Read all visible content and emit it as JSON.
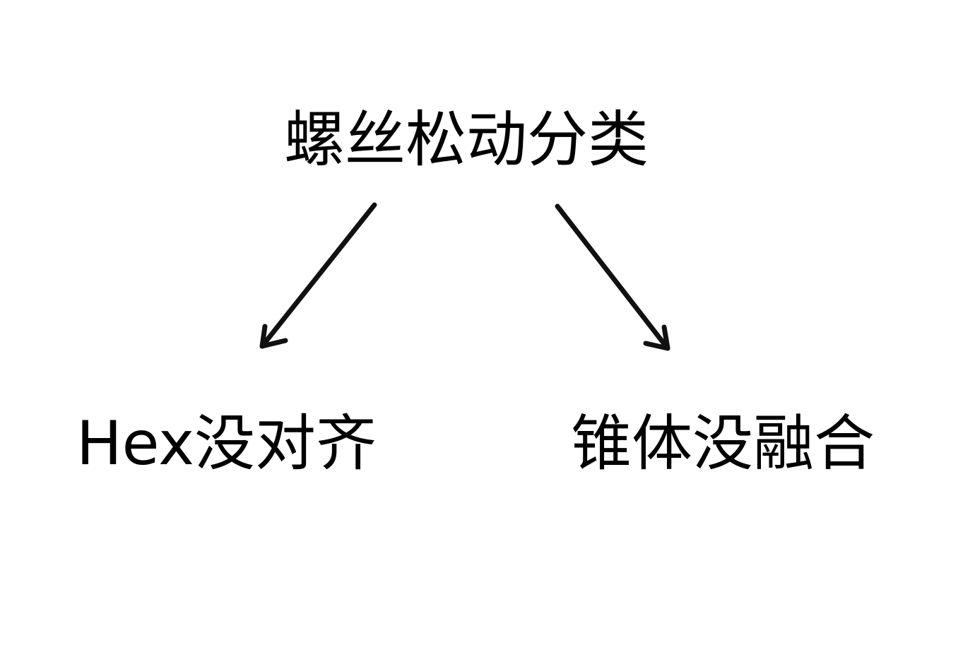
{
  "diagram": {
    "root": {
      "label": "螺丝松动分类"
    },
    "children": [
      {
        "label": "Hex没对齐"
      },
      {
        "label": "锥体没融合"
      }
    ],
    "colors": {
      "text": "#000000",
      "arrow": "#111111",
      "background": "#ffffff"
    }
  }
}
